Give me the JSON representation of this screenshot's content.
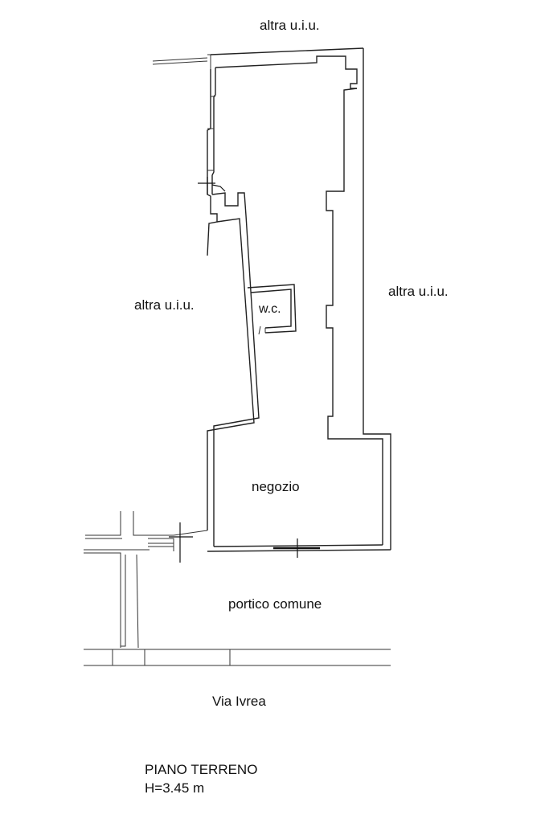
{
  "labels": {
    "top_unit": "altra u.i.u.",
    "left_unit": "altra u.i.u.",
    "right_unit": "altra u.i.u.",
    "wc": "w.c.",
    "shop": "negozio",
    "portico": "portico comune",
    "street": "Via Ivrea"
  },
  "legend": {
    "floor": "PIANO TERRENO",
    "height": "H=3.45 m"
  }
}
